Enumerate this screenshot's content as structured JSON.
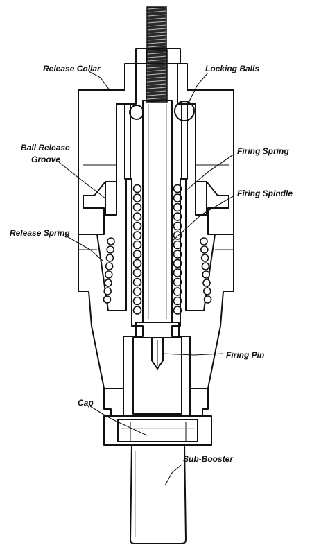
{
  "diagram": {
    "labels": {
      "release_collar": "Release Collar",
      "locking_balls": "Locking Balls",
      "ball_release_groove_1": "Ball Release",
      "ball_release_groove_2": "Groove",
      "firing_spring": "Firing Spring",
      "firing_spindle": "Firing Spindle",
      "release_spring": "Release Spring",
      "firing_pin": "Firing Pin",
      "cap": "Cap",
      "sub_booster": "Sub-Booster"
    },
    "colors": {
      "ink": "#111111",
      "section_fill": "#d2d2d2",
      "paper": "#ffffff"
    }
  }
}
